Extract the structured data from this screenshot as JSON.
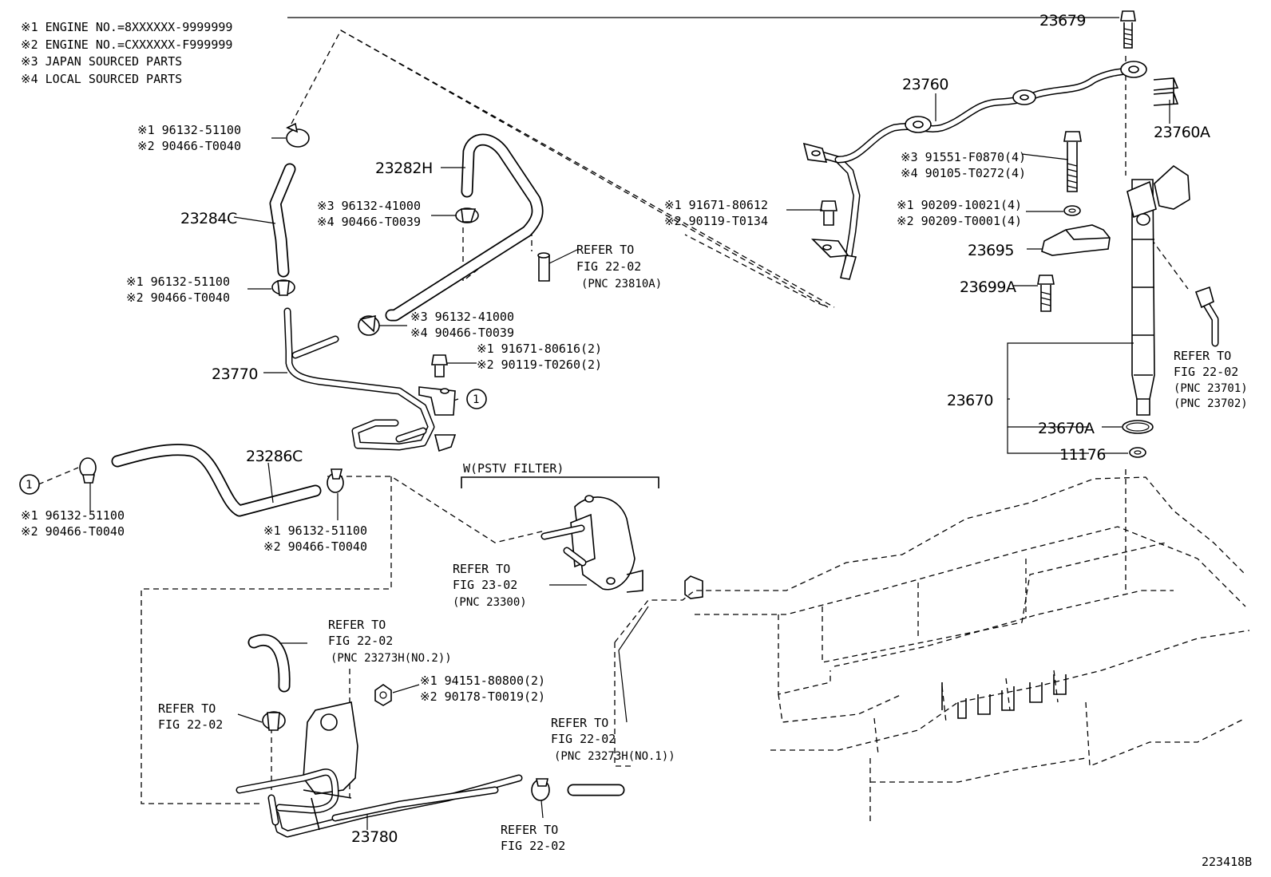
{
  "notes": [
    "※1 ENGINE NO.=8XXXXXX-9999999",
    "※2 ENGINE NO.=CXXXXXX-F999999",
    "※3 JAPAN SOURCED PARTS",
    "※4 LOCAL SOURCED PARTS"
  ],
  "parts": {
    "p23679": "23679",
    "p23760": "23760",
    "p23760A": "23760A",
    "p23282H": "23282H",
    "p23284C": "23284C",
    "p23770": "23770",
    "p23286C": "23286C",
    "p23695": "23695",
    "p23699A": "23699A",
    "p23670": "23670",
    "p23670A": "23670A",
    "p11176": "11176",
    "p23780": "23780"
  },
  "callouts": {
    "clampTop1": "※1  96132-51100",
    "clampTop2": "※2  90466-T0040",
    "clampMid1": "※1  96132-51100",
    "clampMid2": "※2  90466-T0040",
    "clampA1": "※3 96132-41000",
    "clampA2": "※4 90466-T0039",
    "clampB1": "※3 96132-41000",
    "clampB2": "※4 90466-T0039",
    "boltA1": "※1 91671-80616(2)",
    "boltA2": "※2 90119-T0260(2)",
    "boltB1": "※1  91671-80612",
    "boltB2": "※2  90119-T0134",
    "boltC1": "※3 91551-F0870(4)",
    "boltC2": "※4 90105-T0272(4)",
    "washer1": "※1  90209-10021(4)",
    "washer2": "※2  90209-T0001(4)",
    "clampL1": "※1  96132-51100",
    "clampL2": "※2  90466-T0040",
    "clampR1": "※1  96132-51100",
    "clampR2": "※2  90466-T0040",
    "nut1": "※1 94151-80800(2)",
    "nut2": "※2 90178-T0019(2)"
  },
  "refers": {
    "r1": [
      "REFER TO",
      "FIG 22-02",
      "(PNC 23810A)"
    ],
    "r2": [
      "REFER TO",
      "FIG 22-02",
      "(PNC 23701)",
      "(PNC 23702)"
    ],
    "r3": [
      "REFER TO",
      "FIG 23-02",
      "(PNC 23300)"
    ],
    "r4": [
      "REFER TO",
      "FIG 22-02",
      "(PNC 23273H(NO.2))"
    ],
    "r5": [
      "REFER TO",
      "FIG 22-02"
    ],
    "r6": [
      "REFER TO",
      "FIG 22-02",
      "(PNC 23273H(NO.1))"
    ],
    "r7": [
      "REFER TO",
      "FIG 22-02"
    ]
  },
  "pstv_label": "W(PSTV FILTER)",
  "circle_ref": "1",
  "figure_id": "223418B"
}
